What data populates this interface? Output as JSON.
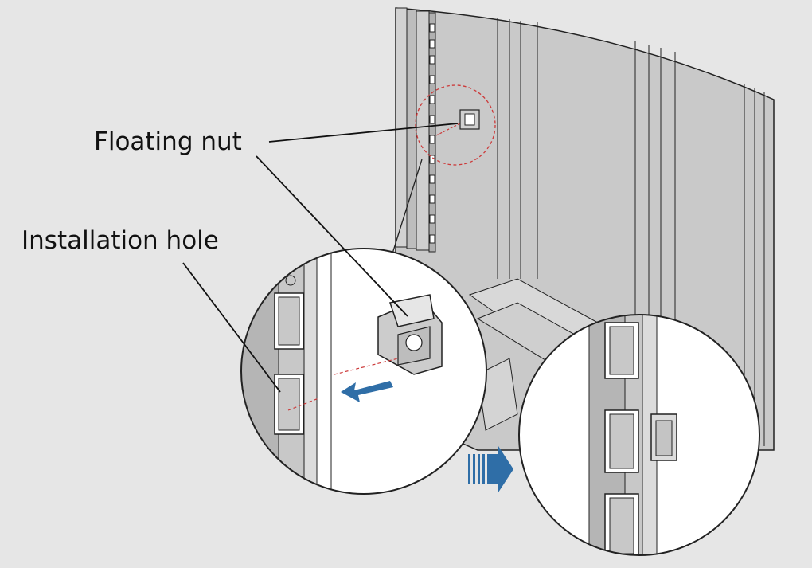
{
  "labels": {
    "floating_nut": "Floating nut",
    "installation_hole": "Installation hole"
  },
  "colors": {
    "background": "#e6e6e6",
    "panel": "#c9c9c9",
    "panel_light": "#d8d8d8",
    "rail": "#b5b5b5",
    "outline": "#222222",
    "arrow": "#2f6ea7",
    "marker_dashes": "#cc3a3a",
    "detail_fill": "#ffffff"
  },
  "icons": {
    "insert_arrow": "blue-left-arrow",
    "step_arrow": "blue-right-striped-arrow"
  }
}
